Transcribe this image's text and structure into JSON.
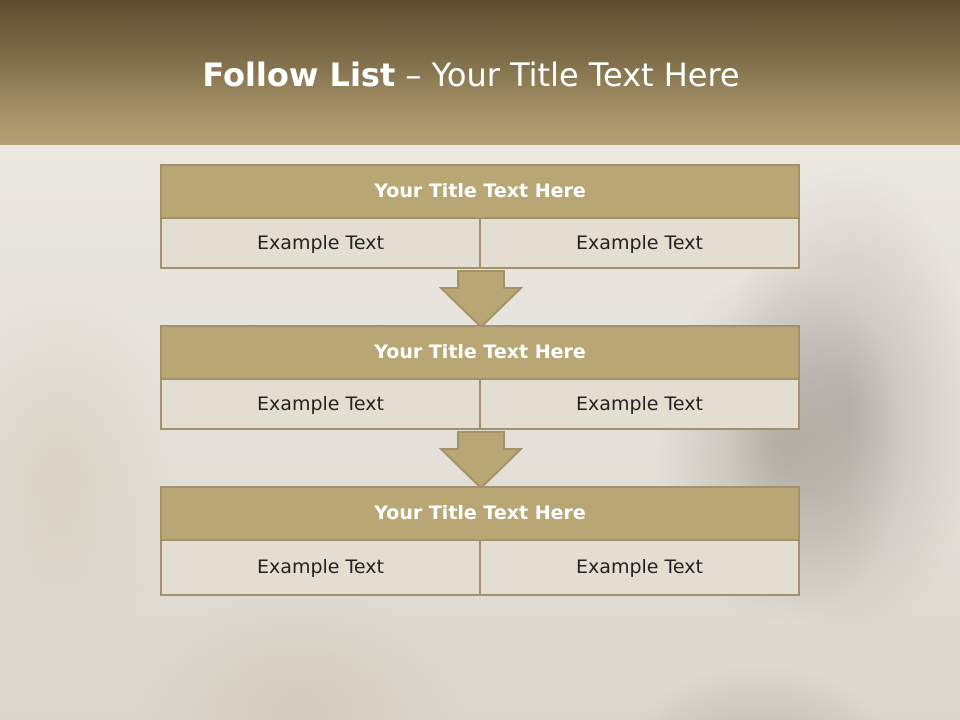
{
  "title": {
    "bold": "Follow List",
    "rest": " – Your Title Text Here"
  },
  "blocks": [
    {
      "title": "Your Title Text Here",
      "left": "Example Text",
      "right": "Example Text"
    },
    {
      "title": "Your Title Text Here",
      "left": "Example Text",
      "right": "Example Text"
    },
    {
      "title": "Your Title Text Here",
      "left": "Example Text",
      "right": "Example Text"
    }
  ],
  "colors": {
    "header": "#7e6d48",
    "block_title": "#b8a675",
    "cell": "#e4ddd1",
    "border": "#a2916a",
    "arrow": "#b8a675"
  }
}
